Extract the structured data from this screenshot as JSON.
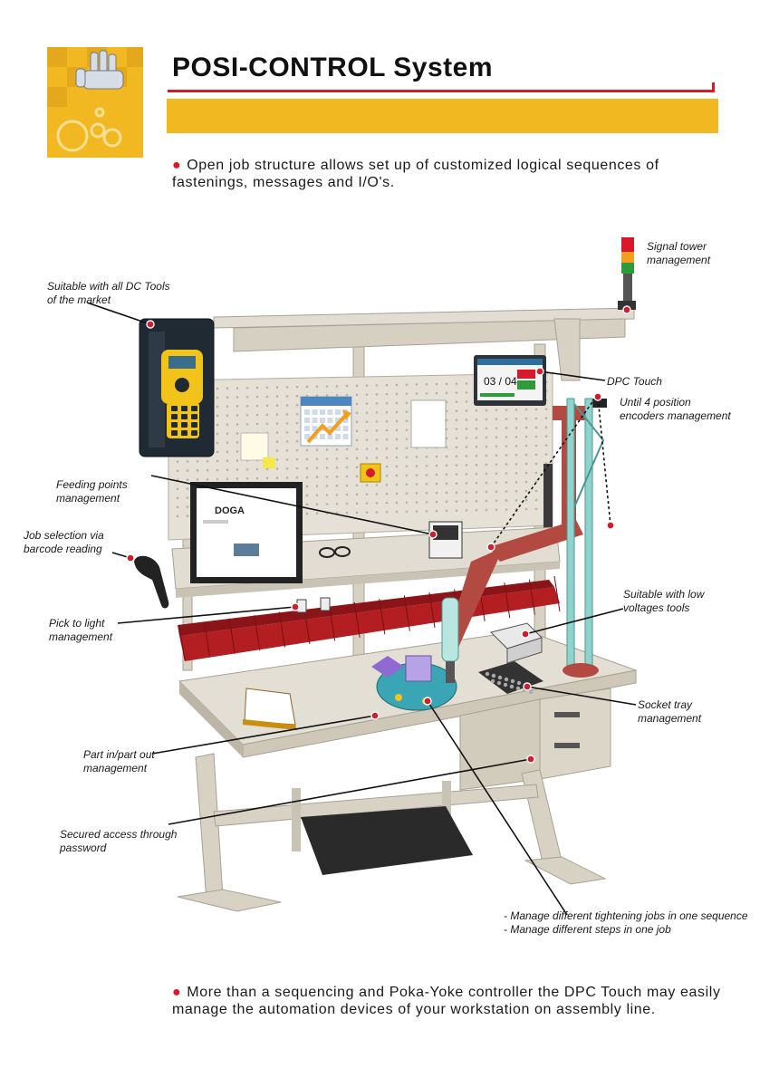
{
  "header": {
    "title": "POSI-CONTROL System"
  },
  "intro": {
    "text": "Open job structure allows set up of customized logical sequences of fastenings, messages and I/O's."
  },
  "callouts": {
    "signal_tower": [
      "Signal tower",
      "management"
    ],
    "dc_tools": [
      "Suitable with all DC Tools",
      "of the market"
    ],
    "dpc_touch": [
      "DPC Touch"
    ],
    "encoders": [
      "Until 4 position",
      "encoders management"
    ],
    "feeding": [
      "Feeding points",
      "management"
    ],
    "barcode": [
      "Job selection via",
      "barcode reading"
    ],
    "low_voltage": [
      "Suitable with low",
      "voltages tools"
    ],
    "pick_light": [
      "Pick to light",
      "management"
    ],
    "socket_tray": [
      "Socket tray",
      "management"
    ],
    "part_in_out": [
      "Part in/part out",
      "management"
    ],
    "password": [
      "Secured access through",
      "password"
    ],
    "jobs": [
      "- Manage different tightening jobs in one sequence",
      "- Manage different steps in one job"
    ]
  },
  "screen": {
    "counter": "03 / 04",
    "brand": "DOGA"
  },
  "outro": {
    "text": "More than a sequencing and Poka-Yoke controller the DPC Touch may easily manage the automation devices of your workstation on assembly line."
  },
  "colors": {
    "accent_red": "#d7192b",
    "brand_yellow": "#f2b822",
    "bench": "#dcd6c8",
    "bin_red": "#b21e22",
    "column_teal": "#8fd3cf"
  }
}
